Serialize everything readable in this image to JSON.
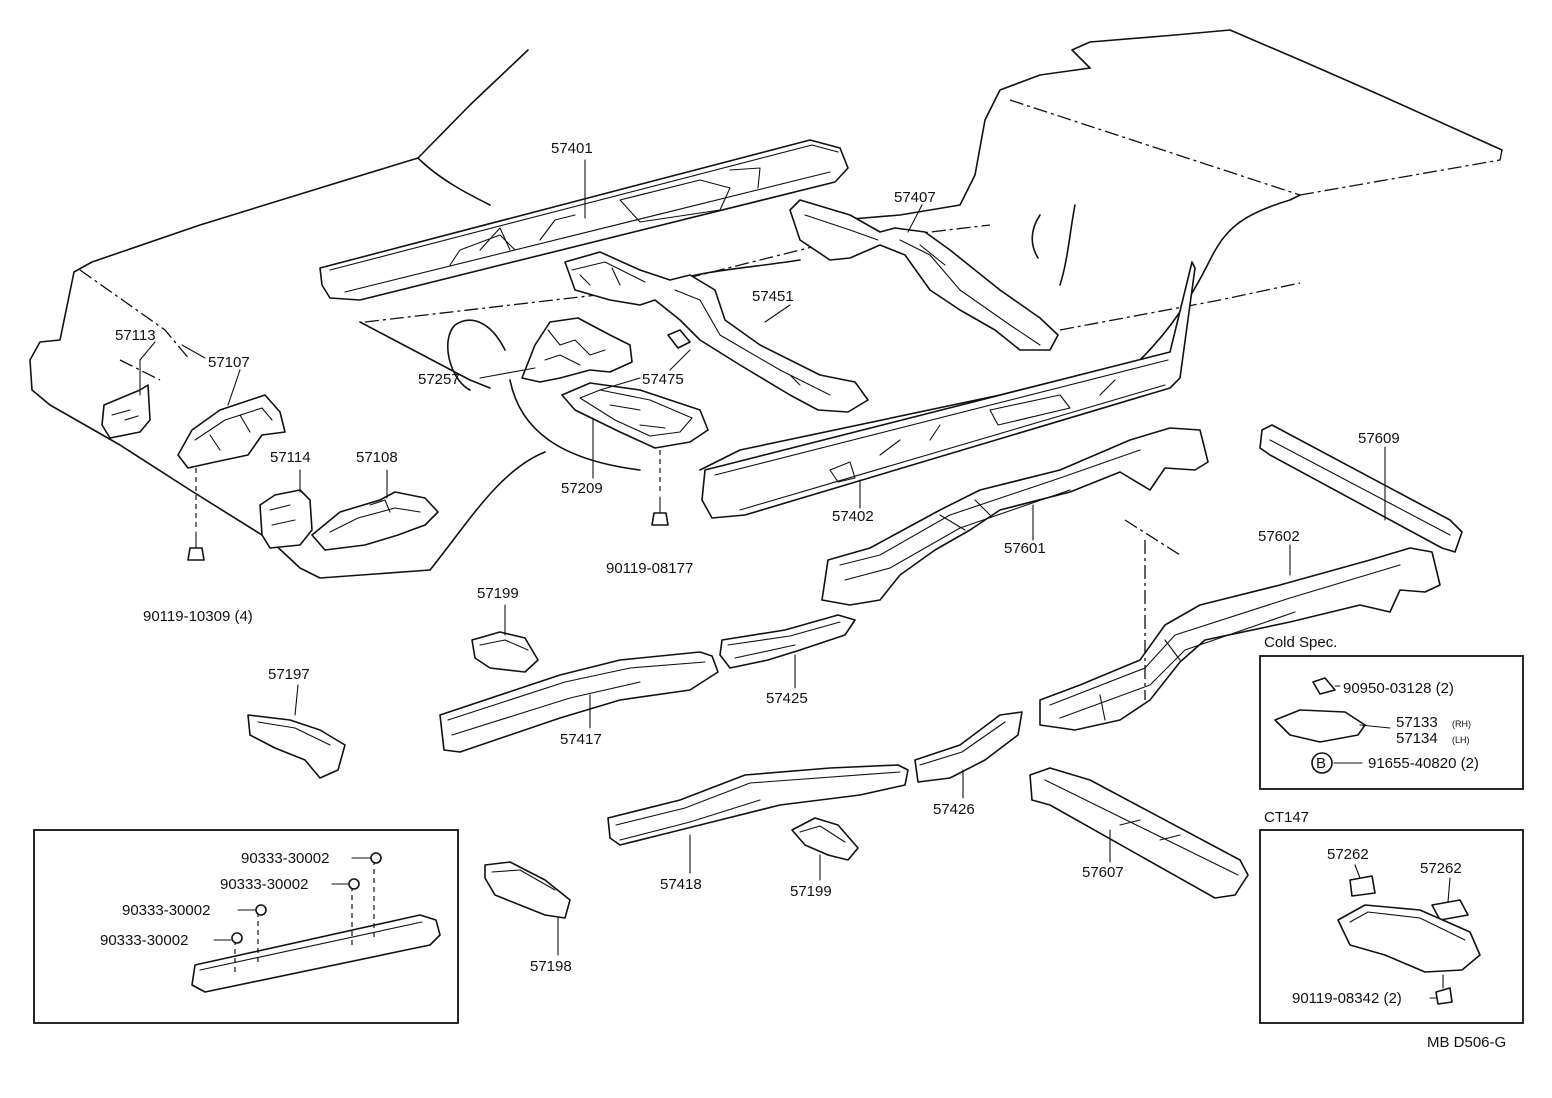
{
  "diagram": {
    "code": "MB D506-G",
    "insets": {
      "cold_spec": {
        "title": "Cold Spec."
      },
      "ct147": {
        "title": "CT147"
      }
    },
    "labels": {
      "p57401": "57401",
      "p57407": "57407",
      "p57451": "57451",
      "p57113": "57113",
      "p57107": "57107",
      "p57257": "57257",
      "p57475": "57475",
      "p57209": "57209",
      "p57114": "57114",
      "p57108": "57108",
      "p57402": "57402",
      "p57609": "57609",
      "p57601": "57601",
      "p90119_08177": "90119-08177",
      "p90119_10309": "90119-10309 (4)",
      "p57199a": "57199",
      "p57602": "57602",
      "p57197": "57197",
      "p57425": "57425",
      "p57417": "57417",
      "p90950": "90950-03128 (2)",
      "p57133": "57133",
      "p57133_side": "(RH)",
      "p57134": "57134",
      "p57134_side": "(LH)",
      "b_mark": "B",
      "p91655": "91655-40820 (2)",
      "p57426": "57426",
      "p90333a": "90333-30002",
      "p90333b": "90333-30002",
      "p90333c": "90333-30002",
      "p90333d": "90333-30002",
      "p57418": "57418",
      "p57199b": "57199",
      "p57607": "57607",
      "p57198": "57198",
      "p57262a": "57262",
      "p57262b": "57262",
      "p90119_08342": "90119-08342 (2)"
    }
  }
}
